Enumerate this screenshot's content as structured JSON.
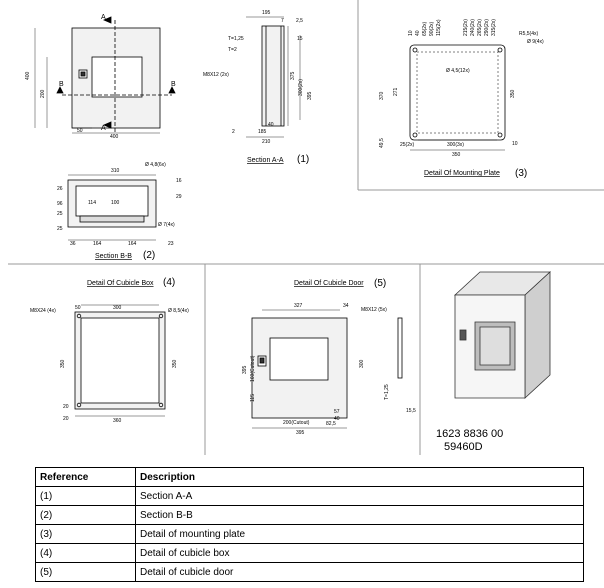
{
  "dims": {
    "front": {
      "width": "400",
      "height": "400",
      "height_inner": "200",
      "left_offset": "50",
      "sec_a": "A",
      "sec_b": "B"
    },
    "side": {
      "top": "195",
      "t1": "7",
      "t2": "2,5",
      "t125": "T=1,25",
      "t2val": "T=2",
      "thread": "M8X12 (2x)",
      "d375": "375",
      "d395": "395",
      "d300": "300(2x)",
      "d40": "40",
      "d185": "185",
      "d210": "210",
      "d2": "2",
      "d15": "15"
    },
    "mount": {
      "top_labels": [
        "10",
        "40",
        "65(2x)",
        "90(2x)",
        "115(2x)",
        "215(2x)",
        "240(2x)",
        "265(2x)",
        "290(2x)",
        "315(2x)"
      ],
      "r": "R5,5(4x)",
      "hole": "Ø 9(4x)",
      "slot": "Ø 4,5(12x)",
      "h370": "370",
      "h271": "271",
      "h350": "350",
      "h49": "49,5",
      "h10": "10",
      "w300": "300(3x)",
      "w25": "25(2x)",
      "w350": "350"
    },
    "secbb": {
      "hole": "Ø 4,8(6x)",
      "w310": "310",
      "w114": "114",
      "w100": "100",
      "d26": "26",
      "d96": "96",
      "d25": "25",
      "d25b": "25",
      "d16": "16",
      "d29": "29",
      "d7": "Ø 7(4x)",
      "w36": "36",
      "w164": "164",
      "w164b": "164",
      "w23": "23"
    },
    "box": {
      "thread": "M8X24 (4x)",
      "hole": "Ø 8,5(4x)",
      "w50": "50",
      "w300": "300",
      "h350": "350",
      "h350b": "350",
      "d20": "20",
      "w20": "20",
      "w360": "360"
    },
    "door": {
      "w327": "327",
      "w34": "34",
      "thread": "M8X12 (5x)",
      "h395": "395",
      "h160": "160(Cutout)",
      "h115": "115",
      "h300": "300",
      "w57": "57",
      "w40": "40",
      "cut": "200(Cutout)",
      "w82": "82,5",
      "w395": "395",
      "t125": "T=1,25",
      "d155": "15,5"
    }
  },
  "captions": {
    "section_aa": "Section A-A",
    "n1": "(1)",
    "section_bb": "Section B-B",
    "n2": "(2)",
    "mounting": "Detail Of Mounting Plate",
    "n3": "(3)",
    "cubicle_box": "Detail Of Cubicle Box",
    "n4": "(4)",
    "cubicle_door": "Detail Of Cubicle Door",
    "n5": "(5)"
  },
  "part": {
    "line1": "1623 8836 00",
    "line2": "59460D"
  },
  "table": {
    "headers": [
      "Reference",
      "Description"
    ],
    "rows": [
      {
        "ref": "(1)",
        "desc": "Section A-A"
      },
      {
        "ref": "(2)",
        "desc": "Section B-B"
      },
      {
        "ref": "(3)",
        "desc": "Detail of mounting plate"
      },
      {
        "ref": "(4)",
        "desc": "Detail of cubicle box"
      },
      {
        "ref": "(5)",
        "desc": "Detail of cubicle door"
      }
    ]
  }
}
